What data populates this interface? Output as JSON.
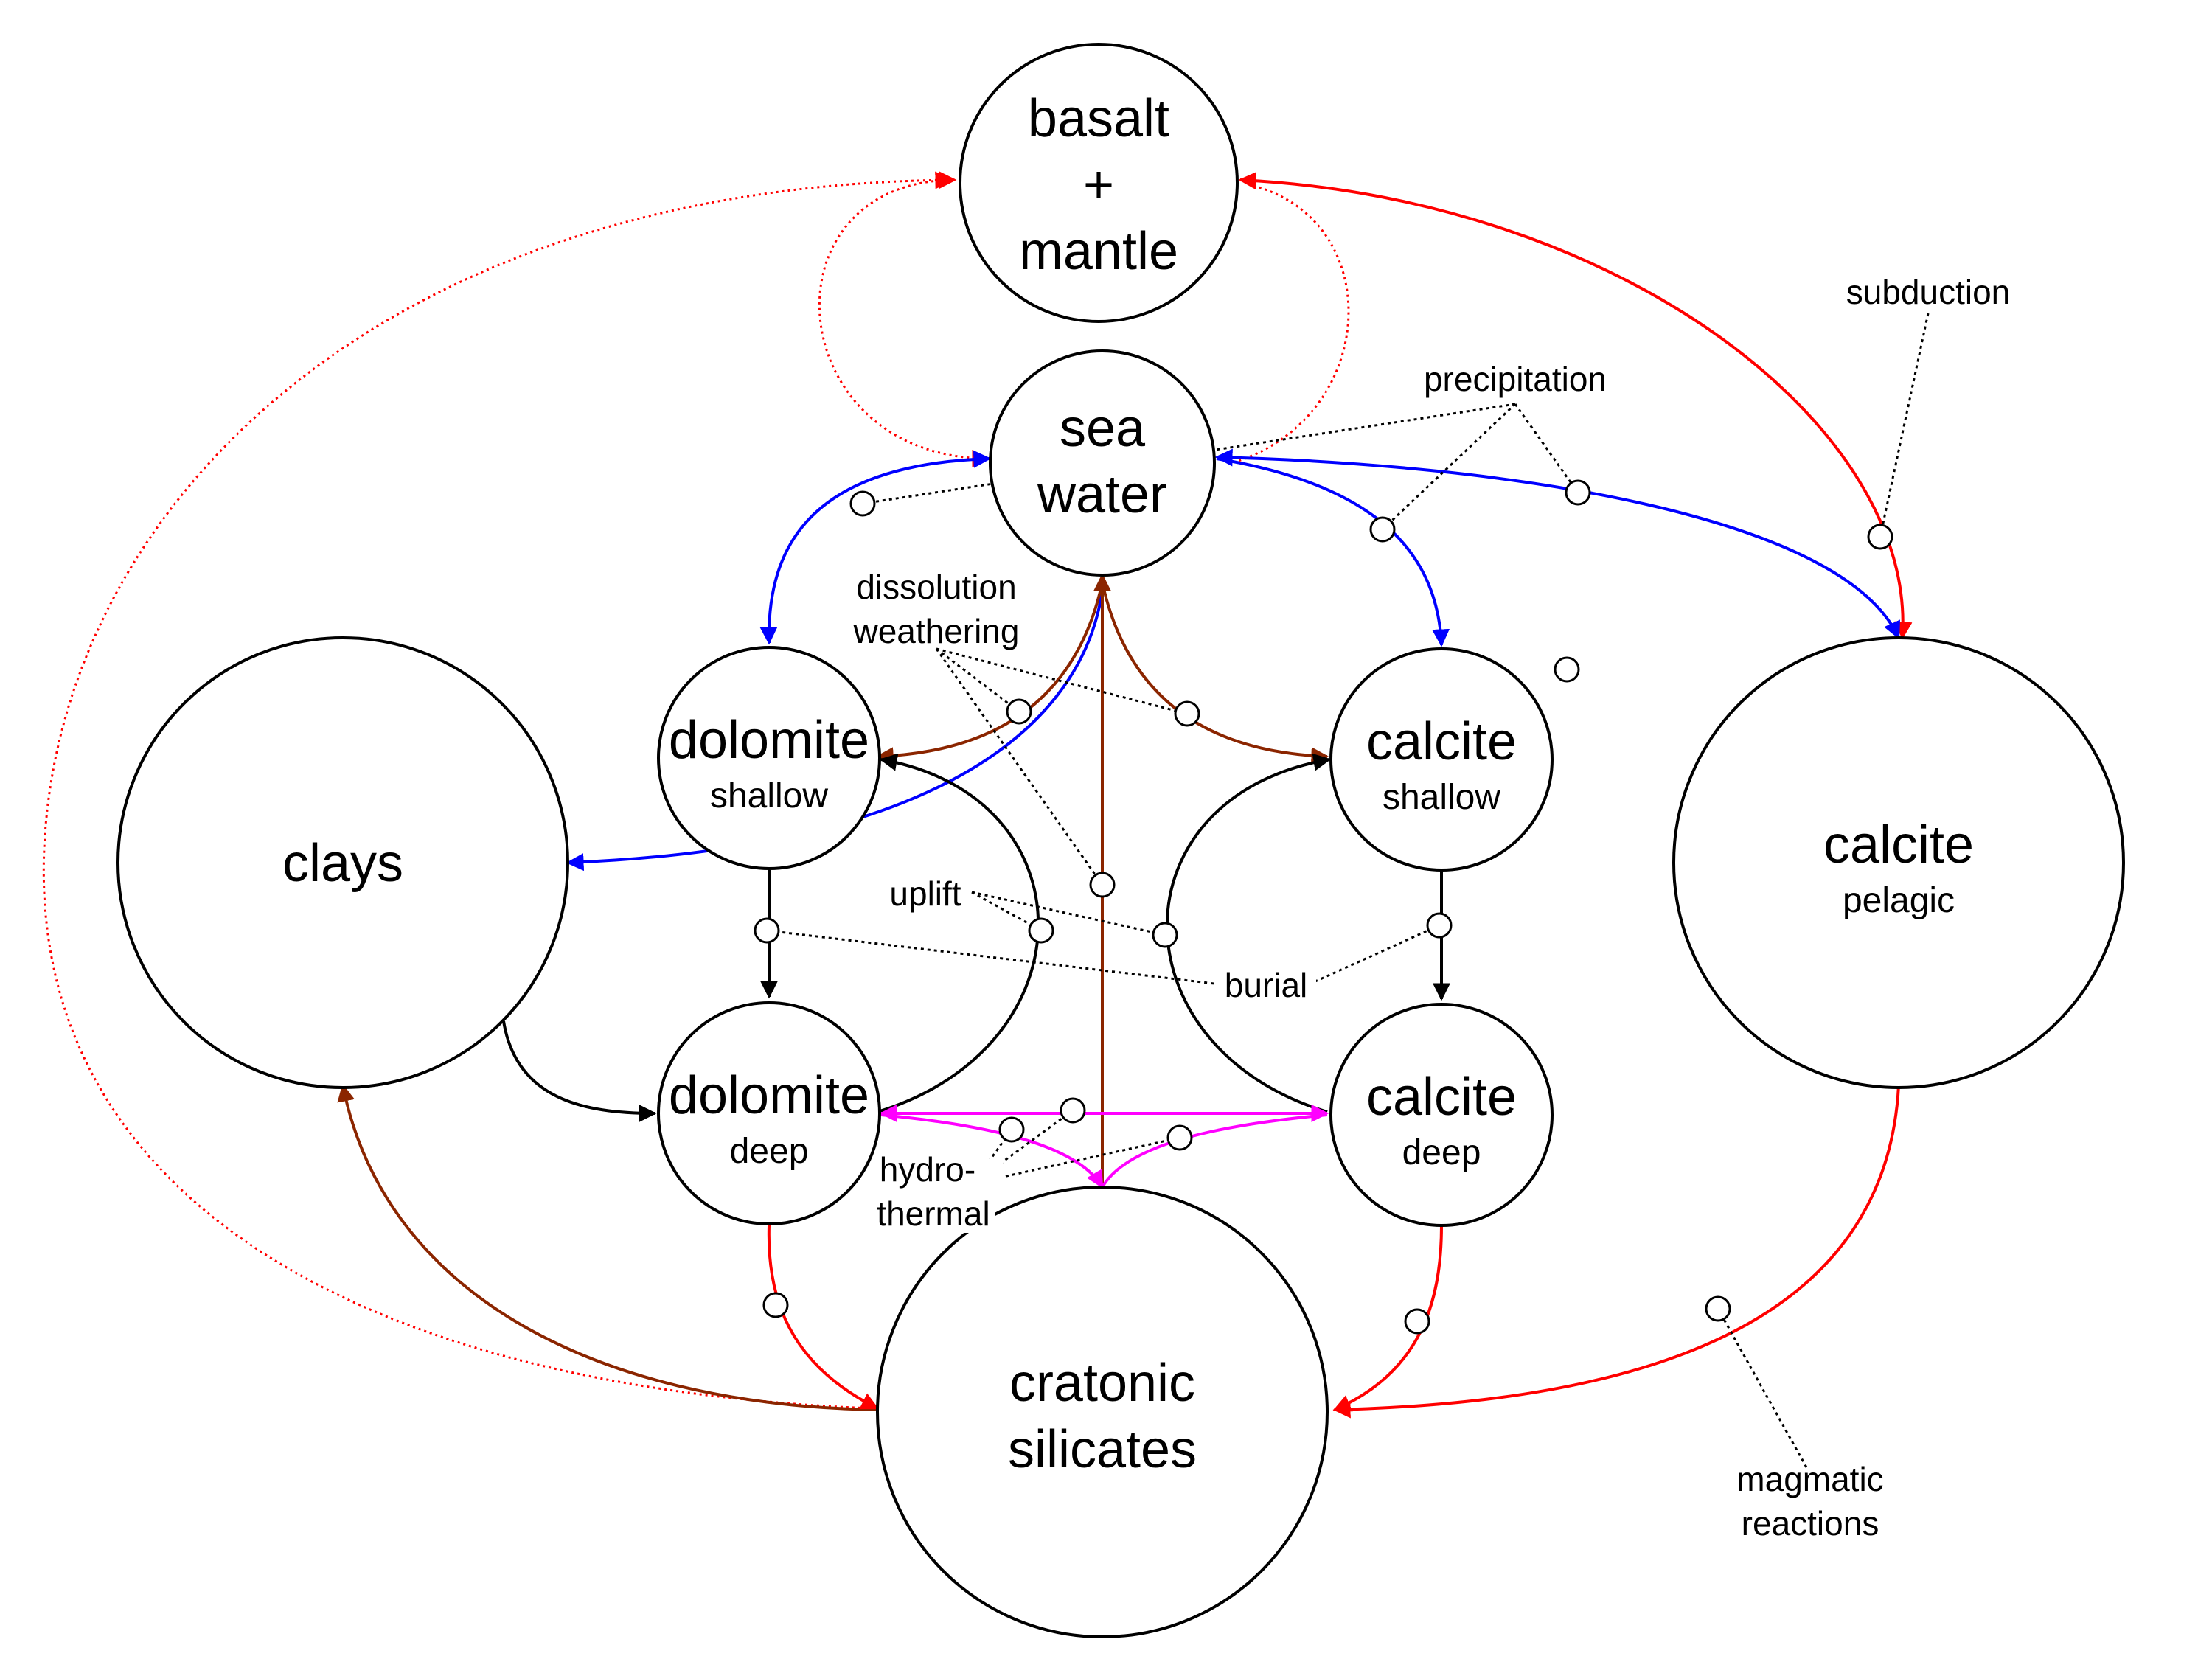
{
  "nodes": {
    "basalt_mantle": {
      "lines": [
        "basalt",
        "+",
        "mantle"
      ]
    },
    "sea_water": {
      "lines": [
        "sea",
        "water"
      ]
    },
    "clays": {
      "lines": [
        "clays"
      ]
    },
    "dolomite_shallow": {
      "title": "dolomite",
      "sub": "shallow"
    },
    "dolomite_deep": {
      "title": "dolomite",
      "sub": "deep"
    },
    "calcite_shallow": {
      "title": "calcite",
      "sub": "shallow"
    },
    "calcite_deep": {
      "title": "calcite",
      "sub": "deep"
    },
    "calcite_pelagic": {
      "title": "calcite",
      "sub": "pelagic"
    },
    "cratonic_silicates": {
      "lines": [
        "cratonic",
        "silicates"
      ]
    }
  },
  "labels": {
    "subduction": "subduction",
    "precipitation": "precipitation",
    "dissolution": "dissolution",
    "weathering": "weathering",
    "uplift": "uplift",
    "burial": "burial",
    "hydro": "hydro-",
    "thermal": "thermal",
    "magmatic": "magmatic",
    "reactions": "reactions"
  },
  "colors": {
    "precipitation": "#0000ff",
    "weathering": "#8b2500",
    "subduction_magmatic": "#ff0000",
    "hydrothermal": "#ff00ff",
    "burial_uplift": "#000000"
  }
}
